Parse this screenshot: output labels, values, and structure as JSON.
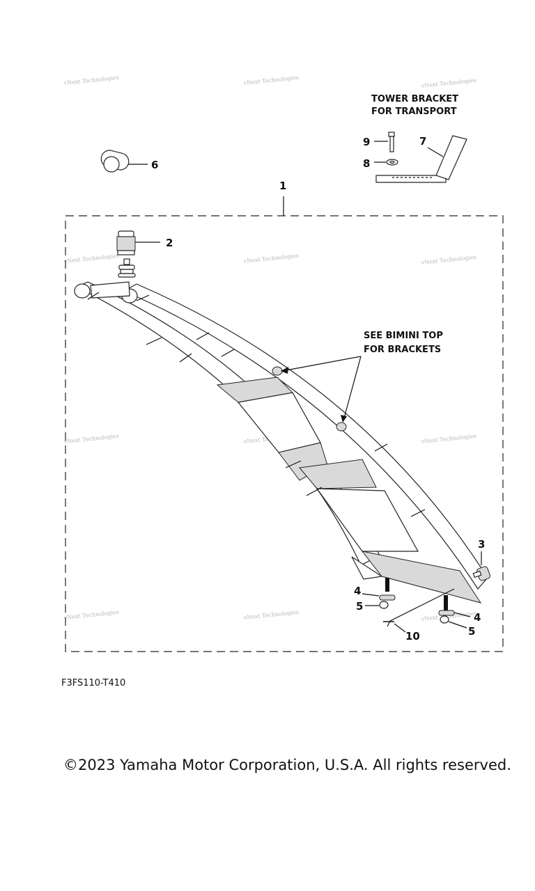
{
  "diagram": {
    "code": "F3FS110-T410",
    "copyright": "©2023 Yamaha Motor Corporation, U.S.A. All rights reserved.",
    "notes": {
      "tower_bracket_line1": "TOWER BRACKET",
      "tower_bracket_line2": "FOR TRANSPORT",
      "bimini_line1": "SEE BIMINI TOP",
      "bimini_line2": "FOR BRACKETS"
    },
    "callouts": {
      "p1": "1",
      "p2": "2",
      "p3": "3",
      "p4a": "4",
      "p4b": "4",
      "p5a": "5",
      "p5b": "5",
      "p6": "6",
      "p7": "7",
      "p8": "8",
      "p9": "9",
      "p10": "10"
    },
    "watermark": "vNext Technologies"
  }
}
